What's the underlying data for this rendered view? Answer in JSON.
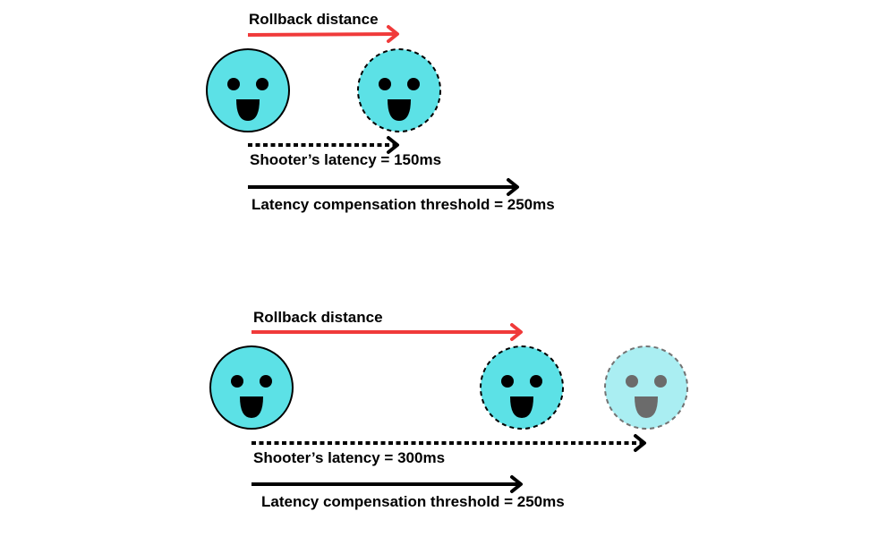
{
  "colors": {
    "face": "#5ce1e6",
    "face_faded": "#aaeef2",
    "outline": "#000000",
    "outline_faded": "#737373",
    "feature": "#000000",
    "feature_faded": "#6b6b6b",
    "rollback_arrow": "#f03a3a",
    "solid_arrow": "#000000"
  },
  "scenario_1": {
    "rollback_label": "Rollback distance",
    "latency_label": "Shooter’s latency = 150ms",
    "threshold_label": "Latency compensation threshold = 250ms",
    "faces": [
      {
        "style": "solid",
        "icon": "smiley-face-icon"
      },
      {
        "style": "dashed",
        "icon": "smiley-face-icon"
      }
    ]
  },
  "scenario_2": {
    "rollback_label": "Rollback distance",
    "latency_label": "Shooter’s latency = 300ms",
    "threshold_label": "Latency compensation threshold = 250ms",
    "faces": [
      {
        "style": "solid",
        "icon": "smiley-face-icon"
      },
      {
        "style": "dashed",
        "icon": "smiley-face-icon"
      },
      {
        "style": "dashed-faded",
        "icon": "smiley-face-icon"
      }
    ]
  }
}
